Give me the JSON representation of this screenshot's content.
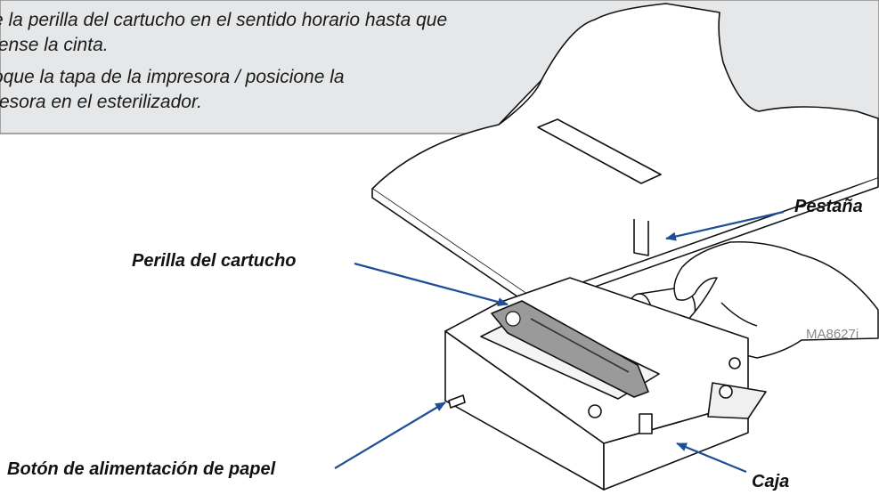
{
  "instructions": {
    "line1": "e la perilla del cartucho en el sentido horario hasta que",
    "line2": "tense la cinta.",
    "line3": "oque la tapa de la impresora / posicione la",
    "line4": "resora en el esterilizador."
  },
  "labels": {
    "cartridge_knob": "Perilla del cartucho",
    "tab": "Pestaña",
    "paper_feed_button": "Botón de alimentación de papel",
    "case": "Caja"
  },
  "figure_code": "MA8627i",
  "colors": {
    "banner_fill": "#e6e7e8",
    "banner_stroke": "#8c8c8c",
    "arrow": "#1f4e96",
    "line_art": "#111111"
  }
}
